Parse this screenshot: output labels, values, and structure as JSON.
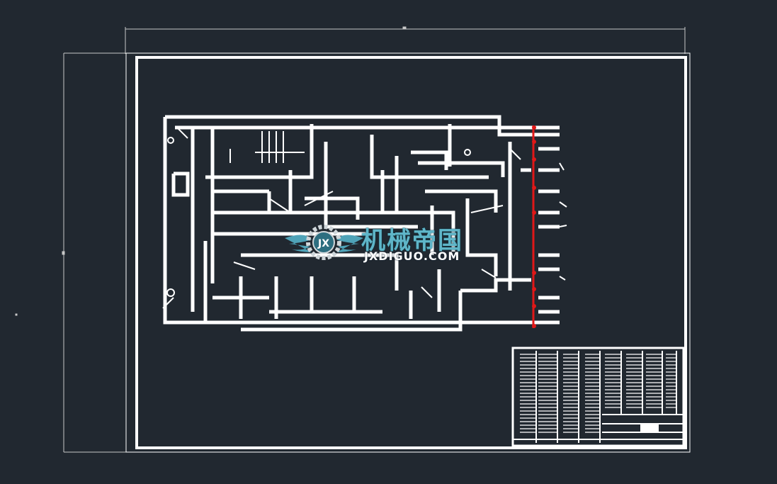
{
  "drawing": {
    "background": "#212830",
    "line_color": "#ffffff",
    "accent_color": "#e01818",
    "dim_color": "#c8c8c8"
  },
  "watermark": {
    "cn_text": "机械帝国",
    "en_text": "JXDIGUO.COM",
    "logo_text": "JX",
    "logo_color": "#4fa3b8"
  }
}
